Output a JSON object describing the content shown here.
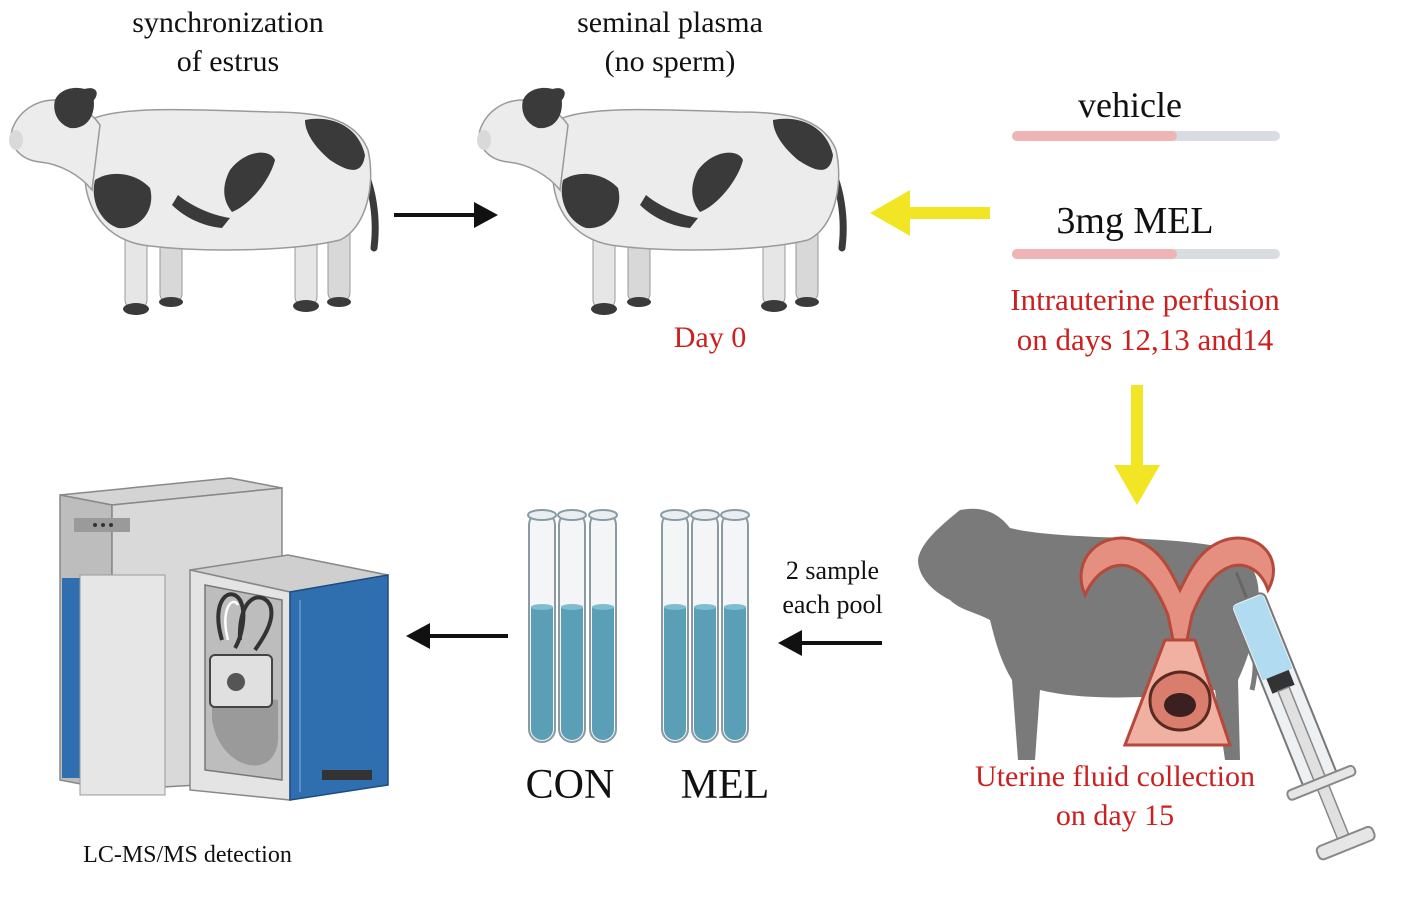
{
  "labels": {
    "sync_line1": "synchronization",
    "sync_line2": "of estrus",
    "seminal_line1": "seminal plasma",
    "seminal_line2": "(no sperm)",
    "day0": "Day 0",
    "vehicle": "vehicle",
    "mel_dose": "3mg MEL",
    "perfusion_line1": "Intrauterine perfusion",
    "perfusion_line2": "on days 12,13 and14",
    "collection_line1": "Uterine fluid collection",
    "collection_line2": "on day 15",
    "pool_line1": "2 sample",
    "pool_line2": "each pool",
    "con": "CON",
    "mel": "MEL",
    "lcms": "LC-MS/MS detection"
  },
  "colors": {
    "highlight_red": "#cc1f1f",
    "arrow_yellow": "#f2e524",
    "arrow_black": "#111111",
    "cow_dark": "#3a3a3a",
    "cow_light": "#ececec",
    "tube_fluid": "#5b9fb6",
    "instrument_blue": "#2f6fb0",
    "uterus_pink": "#e58f80",
    "silhouette_gray": "#7a7a7a"
  },
  "icons": [
    "cow-icon",
    "cow-silhouette-icon",
    "uterus-icon",
    "syringe-icon",
    "test-tube-icon",
    "mass-spectrometer-icon",
    "perfusion-bar-icon"
  ]
}
